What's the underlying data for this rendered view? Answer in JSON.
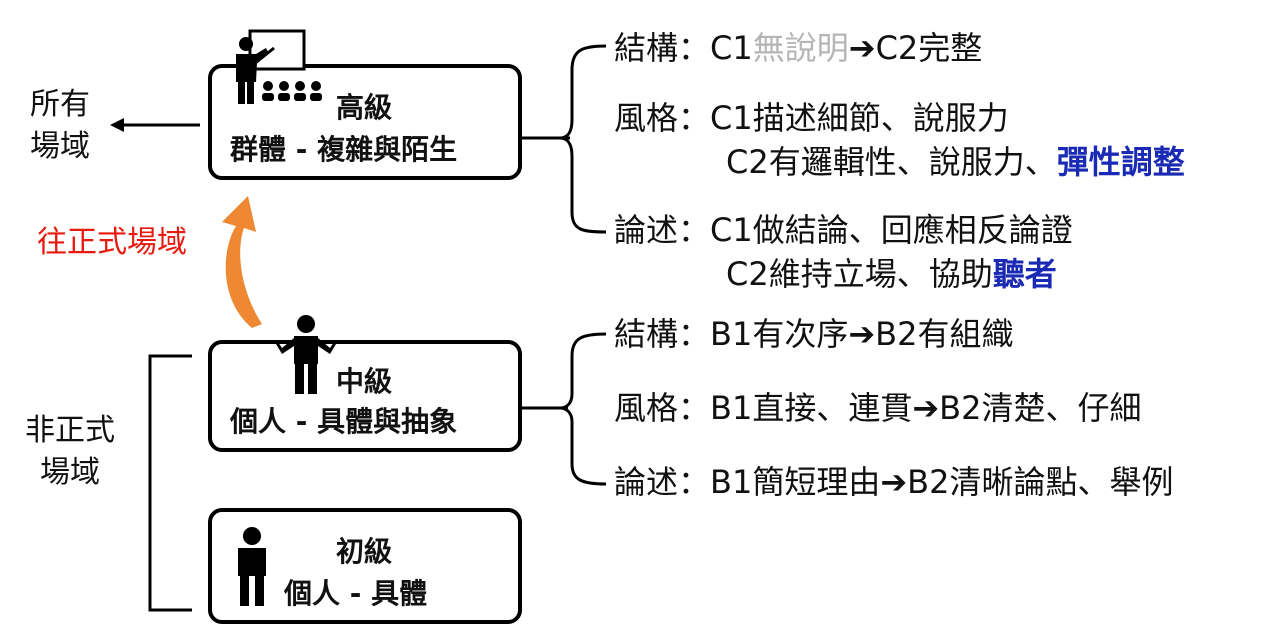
{
  "side_labels": {
    "formal_line1": "所有",
    "formal_line2": "場域",
    "informal_line1": "非正式",
    "informal_line2": "場域",
    "to_formal": "往正式場域"
  },
  "levels": {
    "advanced": {
      "title": "高級",
      "subtitle": "群體 - 複雜與陌生"
    },
    "intermediate": {
      "title": "中級",
      "subtitle": "個人 - 具體與抽象"
    },
    "novice": {
      "title": "初級",
      "subtitle": "個人 - 具體"
    }
  },
  "advanced_details": {
    "structure": {
      "label": "結構",
      "sep": "：",
      "prefix": "C1",
      "grey": "無說明",
      "arrow": "➔",
      "rest": "C2完整"
    },
    "style": {
      "label": "風格",
      "sep": "：",
      "line1": "C1描述細節、說服力",
      "line2_plain": "C2有邏輯性、說服力、",
      "line2_blue": "彈性調整"
    },
    "argument": {
      "label": "論述",
      "sep": "：",
      "line1": "C1做結論、回應相反論證",
      "line2_plain": "C2維持立場、協助",
      "line2_blue": "聽者"
    }
  },
  "intermediate_details": {
    "structure": {
      "label": "結構",
      "sep": "：",
      "a": "B1有次序",
      "arrow": "➔",
      "b": "B2有組織"
    },
    "style": {
      "label": "風格",
      "sep": "：",
      "a": "B1直接、連貫",
      "arrow": "➔",
      "b": "B2清楚、仔細"
    },
    "argument": {
      "label": "論述",
      "sep": "：",
      "a": "B1簡短理由",
      "arrow": "➔",
      "b": "B2清晰論點、舉例"
    }
  },
  "colors": {
    "arrow_orange": "#ee8833",
    "blue_emphasis": "#1a2ab5",
    "red_label": "#e8190f",
    "grey_text": "#b5b5b5"
  },
  "icons": [
    "teacher-presenting-icon",
    "audience-icon",
    "person-shrug-icon",
    "person-standing-icon"
  ]
}
